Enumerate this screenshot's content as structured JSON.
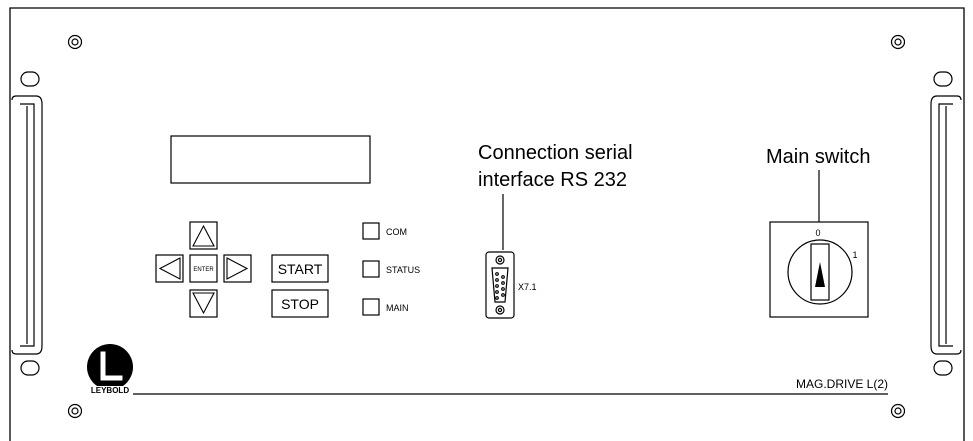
{
  "callouts": {
    "serial_line1": "Connection serial",
    "serial_line2": "interface RS 232",
    "main_switch": "Main switch"
  },
  "keypad": {
    "enter": "ENTER",
    "start": "START",
    "stop": "STOP"
  },
  "leds": {
    "com": "COM",
    "status": "STATUS",
    "main": "MAIN"
  },
  "connector_label": "X7.1",
  "switch_positions": {
    "off": "0",
    "on": "1"
  },
  "brand": "LEYBOLD",
  "model": "MAG.DRIVE L(2)"
}
